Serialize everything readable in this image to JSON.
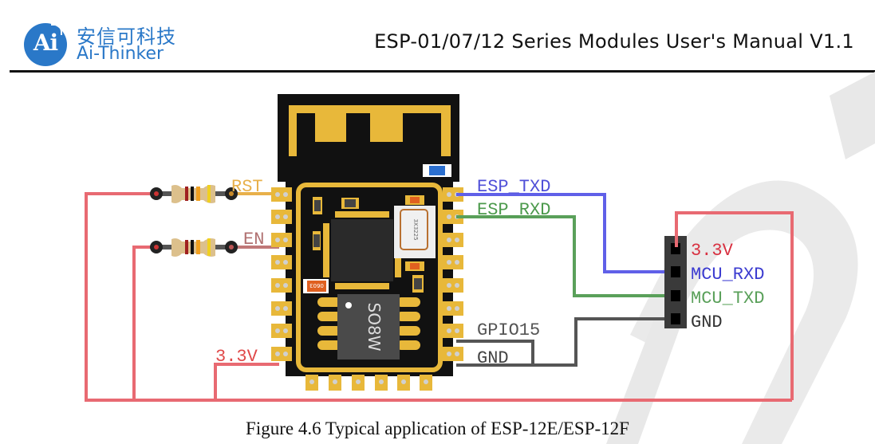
{
  "header": {
    "logo_text": "Ai",
    "company_name_cn": "安信可科技",
    "company_name_en": "Ai-Thinker",
    "document_title": "ESP-01/07/12 Series Modules User's Manual V1.1"
  },
  "figure": {
    "caption": "Figure 4.6 Typical application of ESP-12E/ESP-12F",
    "module": {
      "chip_label": "SO8W",
      "crystal_label": "3X3225",
      "cap_label": "0603"
    },
    "module_pin_labels": {
      "rst": "RST",
      "en": "EN",
      "vcc": "3.3V",
      "esp_txd": "ESP_TXD",
      "esp_rxd": "ESP_RXD",
      "gpio15": "GPIO15",
      "gnd": "GND"
    },
    "header_pin_labels": [
      "3.3V",
      "MCU_RXD",
      "MCU_TXD",
      "GND"
    ],
    "wire_colors": {
      "power": "#e06068",
      "txd": "#5a5ae8",
      "rxd": "#4c9a4c",
      "gnd": "#555555",
      "rst": "#e8b04a",
      "en": "#c07070"
    },
    "label_colors": {
      "rst": "#e8b04a",
      "en": "#b07070",
      "vcc": "#e04848",
      "esp_txd": "#5050d8",
      "esp_rxd": "#4c9a4c",
      "gpio15": "#555555",
      "gnd": "#444444",
      "mcu_vcc": "#d83040",
      "mcu_rxd": "#3c3cd0",
      "mcu_txd": "#5aa05a",
      "mcu_gnd": "#333333"
    }
  }
}
